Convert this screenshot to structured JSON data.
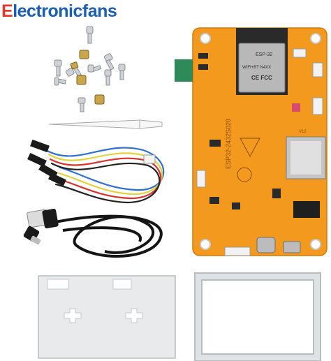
{
  "watermark": {
    "first_letter": "E",
    "rest": "lectronicfans"
  },
  "board": {
    "module_brand": "ESP-32",
    "module_text": "WIFI+BT N4XX",
    "module_marks": "CE FCC",
    "board_label": "ESP32-2432S028",
    "connector_label": "V12"
  },
  "colors": {
    "pcb": "#f39a1e",
    "module": "#b8b8b8",
    "acrylic": "#e8eaec",
    "brand_blue": "#1b5fb4",
    "brand_red": "#e03a2a"
  }
}
